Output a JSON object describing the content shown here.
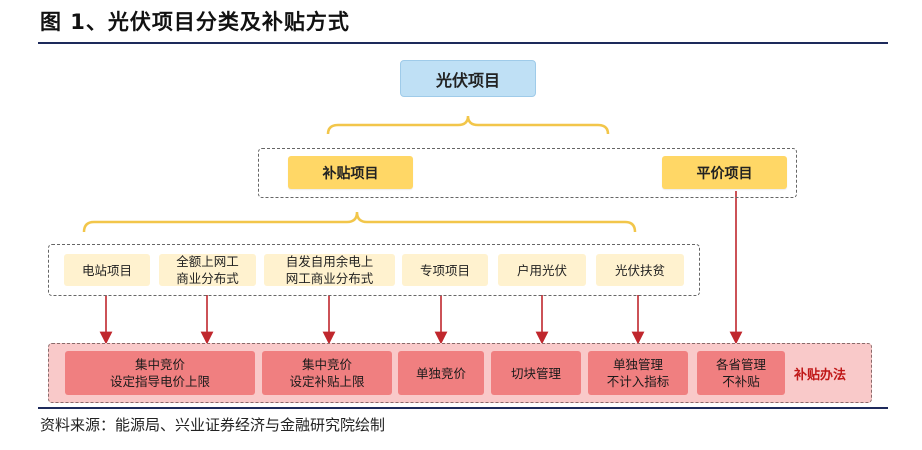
{
  "figure": {
    "title": "图 1、光伏项目分类及补贴方式"
  },
  "root": {
    "label": "光伏项目"
  },
  "categories": {
    "subsidy": "补贴项目",
    "parity": "平价项目"
  },
  "items": [
    {
      "lines": [
        "电站项目"
      ]
    },
    {
      "lines": [
        "全额上网工",
        "商业分布式"
      ]
    },
    {
      "lines": [
        "自发自用余电上",
        "网工商业分布式"
      ]
    },
    {
      "lines": [
        "专项项目"
      ]
    },
    {
      "lines": [
        "户用光伏"
      ]
    },
    {
      "lines": [
        "光伏扶贫"
      ]
    }
  ],
  "methods": [
    {
      "lines": [
        "集中竞价",
        "设定指导电价上限"
      ]
    },
    {
      "lines": [
        "集中竞价",
        "设定补贴上限"
      ]
    },
    {
      "lines": [
        "单独竞价"
      ]
    },
    {
      "lines": [
        "切块管理"
      ]
    },
    {
      "lines": [
        "单独管理",
        "不计入指标"
      ]
    },
    {
      "lines": [
        "各省管理",
        "不补贴"
      ]
    }
  ],
  "methods_label": "补贴办法",
  "source": "资料来源：能源局、兴业证券经济与金融研究院绘制",
  "colors": {
    "root_fill": "#bfe0f5",
    "category_fill": "#ffd766",
    "item_fill": "#fff2cf",
    "method_fill": "#f07f80",
    "band_fill": "#f9c9c9",
    "brace": "#f2c64a",
    "arrow": "#c0272d",
    "rule": "#1d2a5b"
  }
}
